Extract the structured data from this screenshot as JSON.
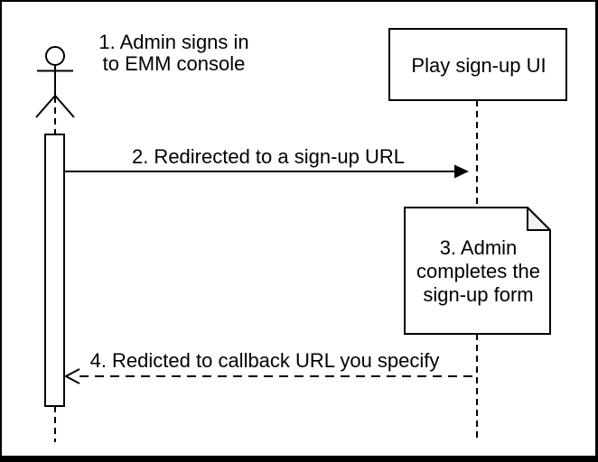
{
  "colors": {
    "stroke": "#000000",
    "background": "#ffffff",
    "note_fold": "#f2f2f2",
    "text": "#000000"
  },
  "diagram": {
    "type": "uml-sequence",
    "actor": {
      "label_lines": [
        "1. Admin signs in",
        "to EMM console"
      ]
    },
    "participant": {
      "label": "Play sign-up UI"
    },
    "messages": [
      {
        "label": "2. Redirected to a sign-up URL",
        "style": "solid",
        "direction": "right",
        "arrowhead": "filled"
      },
      {
        "label": "4. Redicted to callback URL you specify",
        "style": "dashed",
        "direction": "left",
        "arrowhead": "open"
      }
    ],
    "note": {
      "lines": [
        "3. Admin",
        "completes the",
        "sign-up form"
      ]
    }
  }
}
